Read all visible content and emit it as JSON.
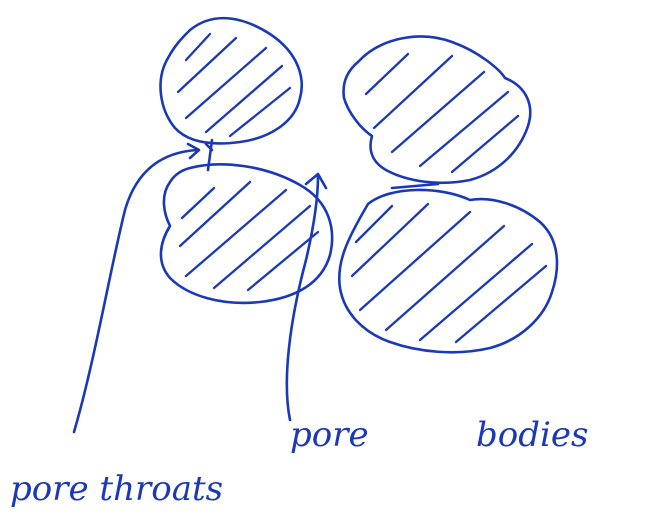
{
  "diagram": {
    "labels": {
      "left_label": "pore throats",
      "right_label_1": "pore",
      "right_label_2": "bodies"
    },
    "ink_color": "#1a39b8",
    "background": "#ffffff"
  }
}
